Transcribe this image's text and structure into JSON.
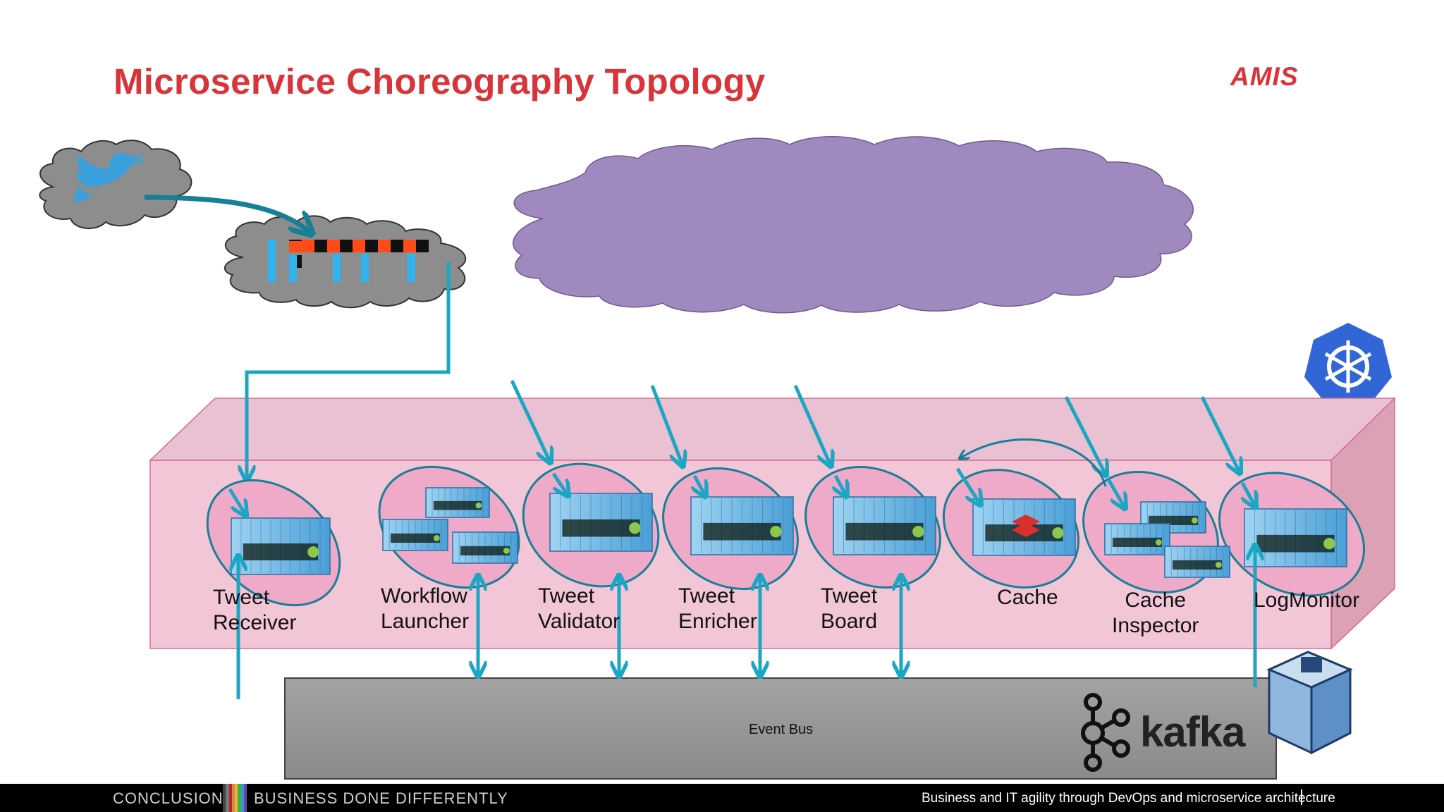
{
  "title": "Microservice Choreography Topology",
  "brand": {
    "logo": "AMIS"
  },
  "icons": [
    "twitter-icon",
    "ifttt-logo",
    "kubernetes-icon",
    "kafka-logo",
    "virtualbox-icon",
    "node-container-icon",
    "redis-icon"
  ],
  "services": [
    {
      "line1": "Tweet",
      "line2": "Receiver"
    },
    {
      "line1": "Workflow",
      "line2": "Launcher"
    },
    {
      "line1": "Tweet",
      "line2": "Validator"
    },
    {
      "line1": "Tweet",
      "line2": "Enricher"
    },
    {
      "line1": "Tweet",
      "line2": "Board"
    },
    {
      "line1": "Cache",
      "line2": ""
    },
    {
      "line1": "Cache",
      "line2": "Inspector"
    },
    {
      "line1": "LogMonitor",
      "line2": ""
    }
  ],
  "event_bus": {
    "label": "Event Bus",
    "technology": "kafka"
  },
  "footer": {
    "section": "CONCLUSION",
    "tagline": "BUSINESS DONE DIFFERENTLY",
    "subtitle": "Business and IT agility through DevOps and microservice architecture"
  },
  "colors": {
    "title": "#d8343a",
    "arrow": "#1ba6c4",
    "container": "#f3c6d7",
    "cloud": "#a089bf",
    "bus": "#8c8c8c"
  }
}
